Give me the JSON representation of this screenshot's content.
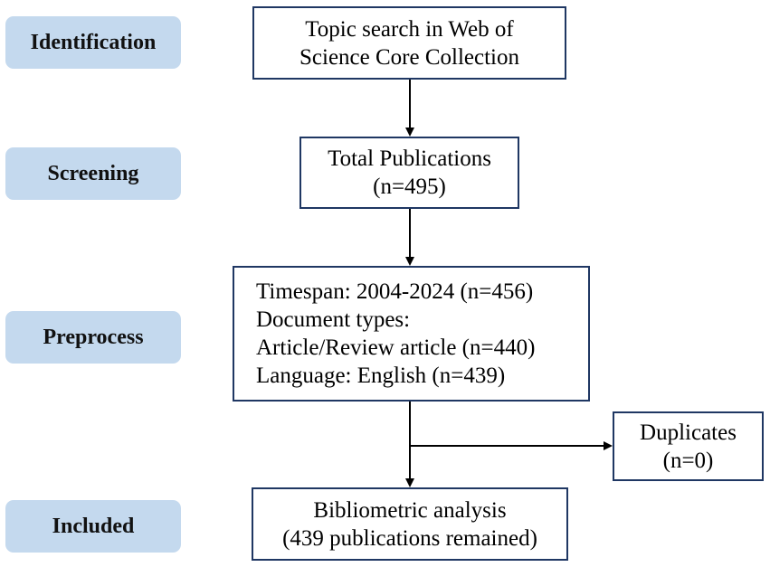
{
  "stages": {
    "identification": "Identification",
    "screening": "Screening",
    "preprocess": "Preprocess",
    "included": "Included"
  },
  "boxes": {
    "search": {
      "line1": "Topic search in Web of",
      "line2": "Science Core Collection"
    },
    "total": {
      "line1": "Total Publications",
      "line2": "(n=495)"
    },
    "preprocess": {
      "line1": "Timespan: 2004-2024 (n=456)",
      "line2": "Document types:",
      "line3": "Article/Review article (n=440)",
      "line4": "Language: English (n=439)"
    },
    "duplicates": {
      "line1": "Duplicates",
      "line2": "(n=0)"
    },
    "included": {
      "line1": "Bibliometric analysis",
      "line2": "(439 publications remained)"
    }
  },
  "colors": {
    "stage_fill": "#c4d9ee",
    "box_border": "#1f3763",
    "arrow": "#000000"
  }
}
